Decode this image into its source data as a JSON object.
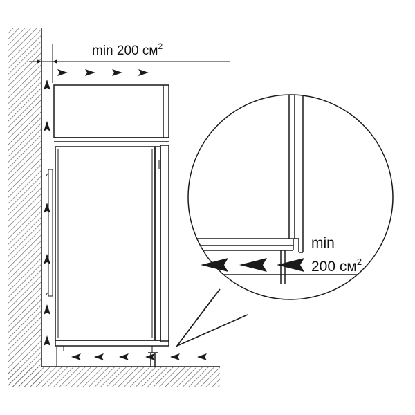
{
  "labels": {
    "top_min": "min 200 см",
    "top_sup": "2",
    "zoom_min": "min",
    "zoom_area": "200 см",
    "zoom_sup": "2"
  },
  "colors": {
    "stroke": "#1a1a1a",
    "hatch": "#555555",
    "background": "#ffffff"
  },
  "icons": {
    "airflow_arrow": "arrowhead-triangle"
  }
}
